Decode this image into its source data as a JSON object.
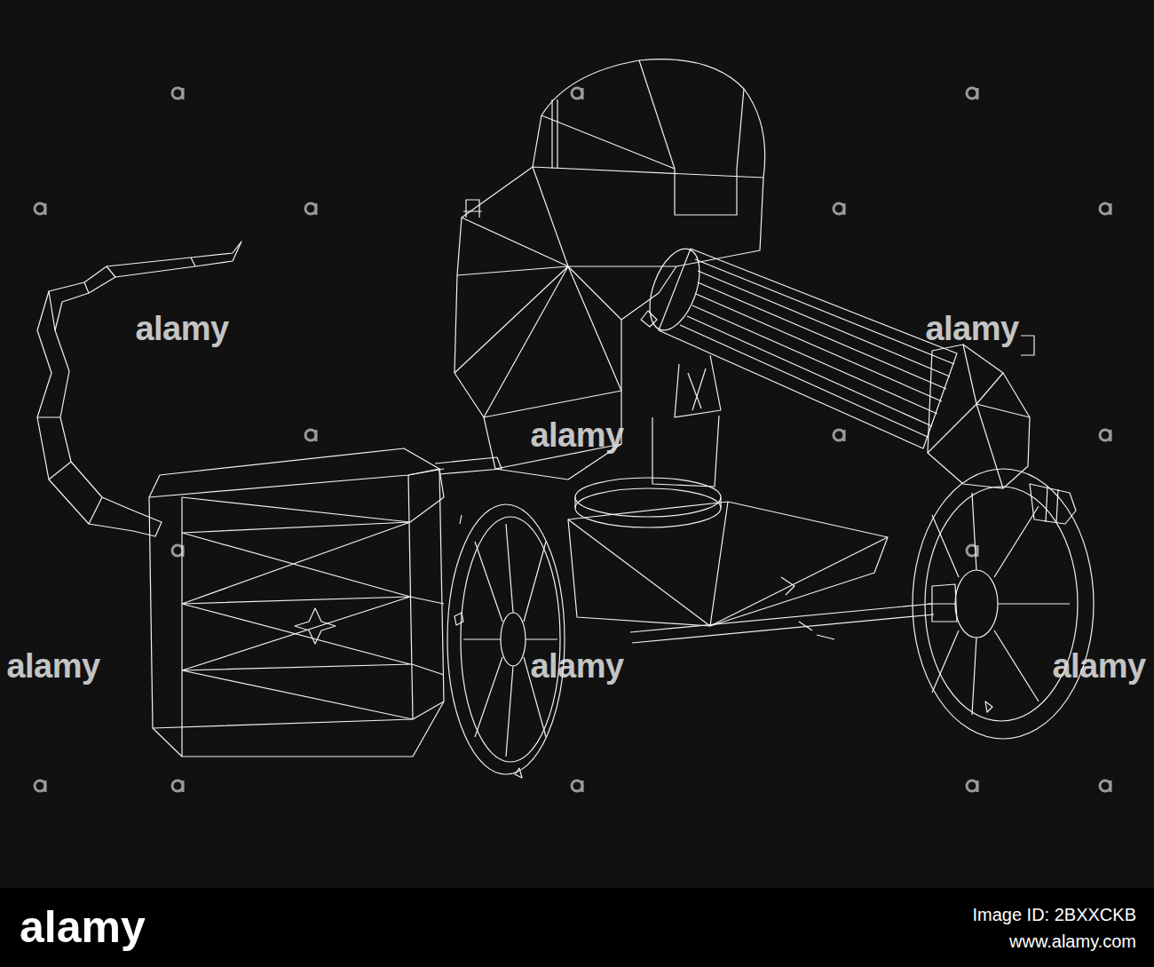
{
  "diagram": {
    "labels": [
      "alamy",
      "alamy",
      "alamy",
      "alamy",
      "alamy",
      "alamy",
      "alamy",
      "Image ID: 2BXXCKB",
      "www.alamy.com"
    ]
  }
}
